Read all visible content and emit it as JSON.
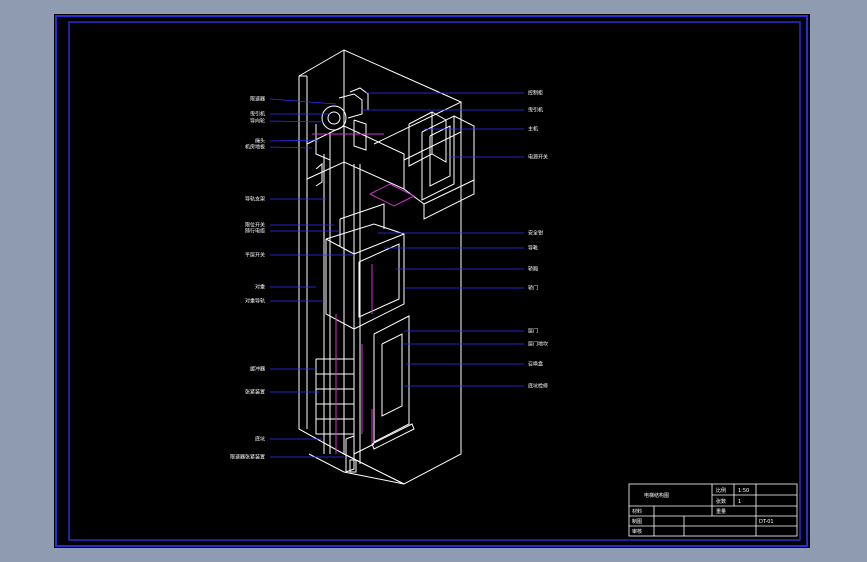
{
  "colors": {
    "background_outer": "#8f9bb1",
    "drawing_background": "#000000",
    "frame": "#2a2ad6",
    "structure": "#ffffff",
    "leader": "#3030ff",
    "accent": "#cc33cc"
  },
  "left_labels": [
    "限速器",
    "曳引机",
    "导向轮",
    "绳头",
    "机房地板",
    "导轨支架",
    "限位开关",
    "随行电缆",
    "平层开关",
    "对重",
    "对重导轨",
    "缓冲器",
    "张紧装置",
    "底坑",
    "限速器张紧装置"
  ],
  "right_labels": [
    "控制柜",
    "曳引机",
    "主机",
    "电源开关",
    "安全钳",
    "导靴",
    "轿厢",
    "轿门",
    "层门",
    "层门地坎",
    "召唤盒",
    "底坑检修"
  ],
  "title_block": {
    "drawing_title": "电梯结构图",
    "scale_label": "比例",
    "scale_value": "1:50",
    "sheet_label": "张数",
    "sheet_value": "1",
    "material_label": "材料",
    "weight_label": "重量",
    "drawn_label": "制图",
    "checked_label": "审核",
    "drawing_no": "DT-01"
  }
}
